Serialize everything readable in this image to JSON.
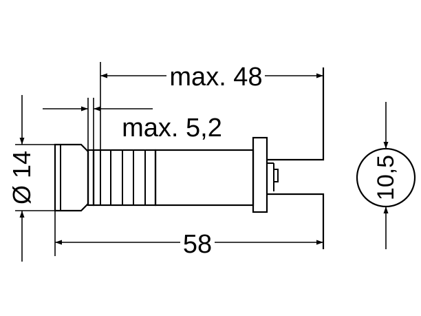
{
  "drawing": {
    "labels": {
      "max_48": "max. 48",
      "max_5_2": "max. 5,2",
      "overall_58": "58",
      "dia_14": "Ø 14",
      "dia_10_5": "10,5"
    },
    "colors": {
      "ink": "#000000",
      "paper": "#ffffff"
    }
  }
}
